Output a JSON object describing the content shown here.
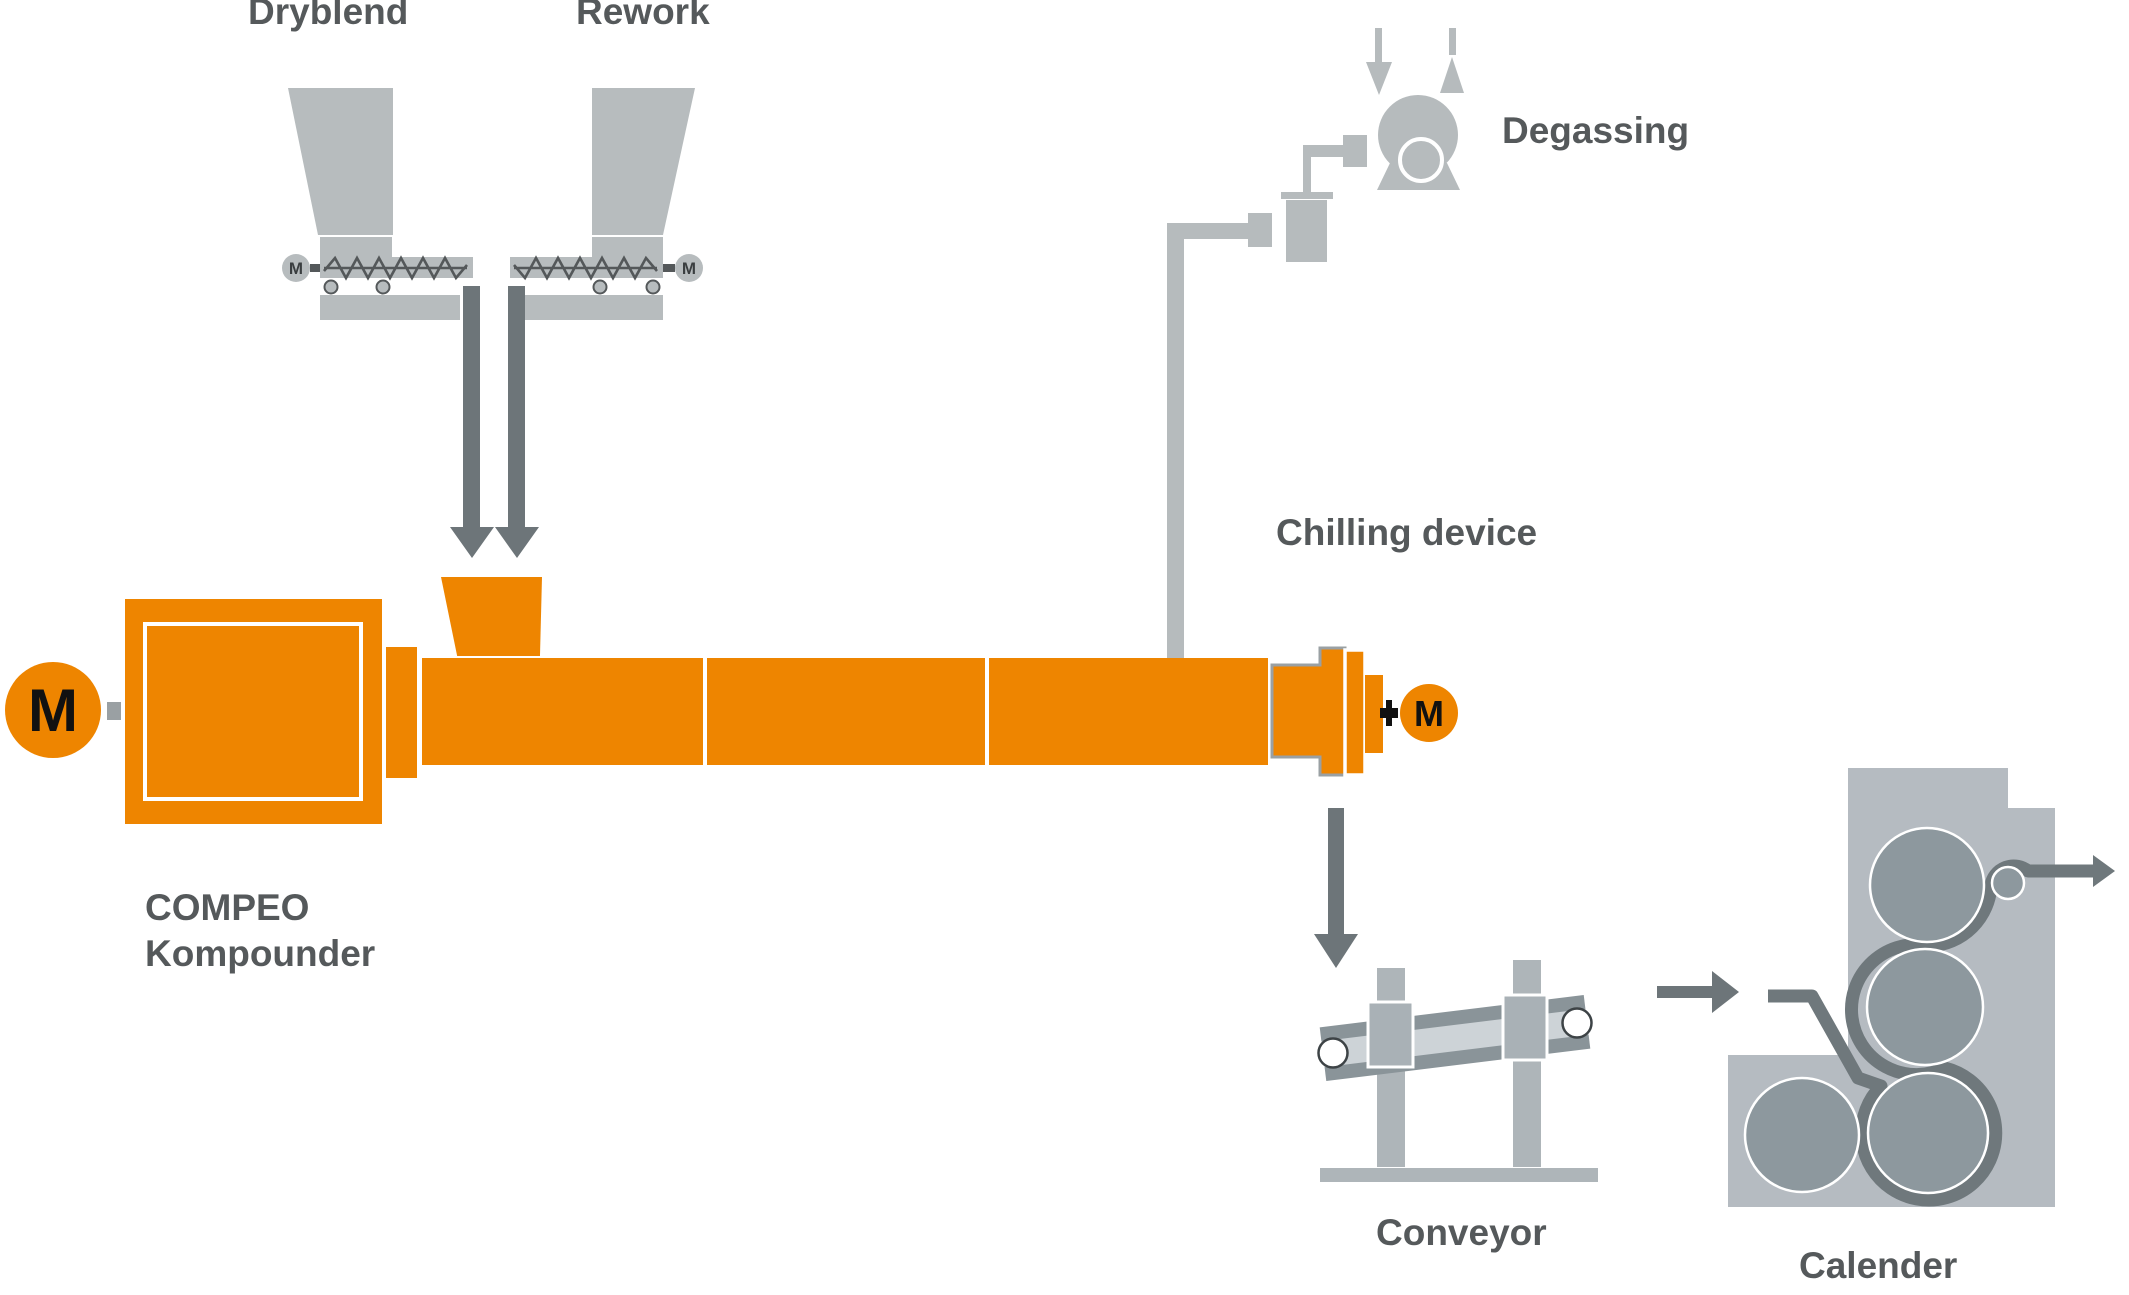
{
  "labels": {
    "feeder_left": "Dryblend",
    "feeder_right": "Rework",
    "degassing": "Degassing",
    "chilling_device": "Chilling device",
    "compounder_name": "COMPEO",
    "compounder_type": "Kompounder",
    "conveyor": "Conveyor",
    "calender": "Calender"
  },
  "motors": {
    "main_drive": "M",
    "discharge_drive": "M",
    "feeder_left_drive": "M",
    "feeder_right_drive": "M"
  },
  "colors": {
    "brand_orange": "#ee8500",
    "machine_gray": "#b7bcbe",
    "pipe_dark_gray": "#6d7579",
    "text_gray": "#55595b",
    "calender_body_gray": "#b5bbc1",
    "roll_gray": "#8d989e",
    "belt_light_gray": "#cdd3d7",
    "belt_dark_gray": "#8a9499"
  }
}
